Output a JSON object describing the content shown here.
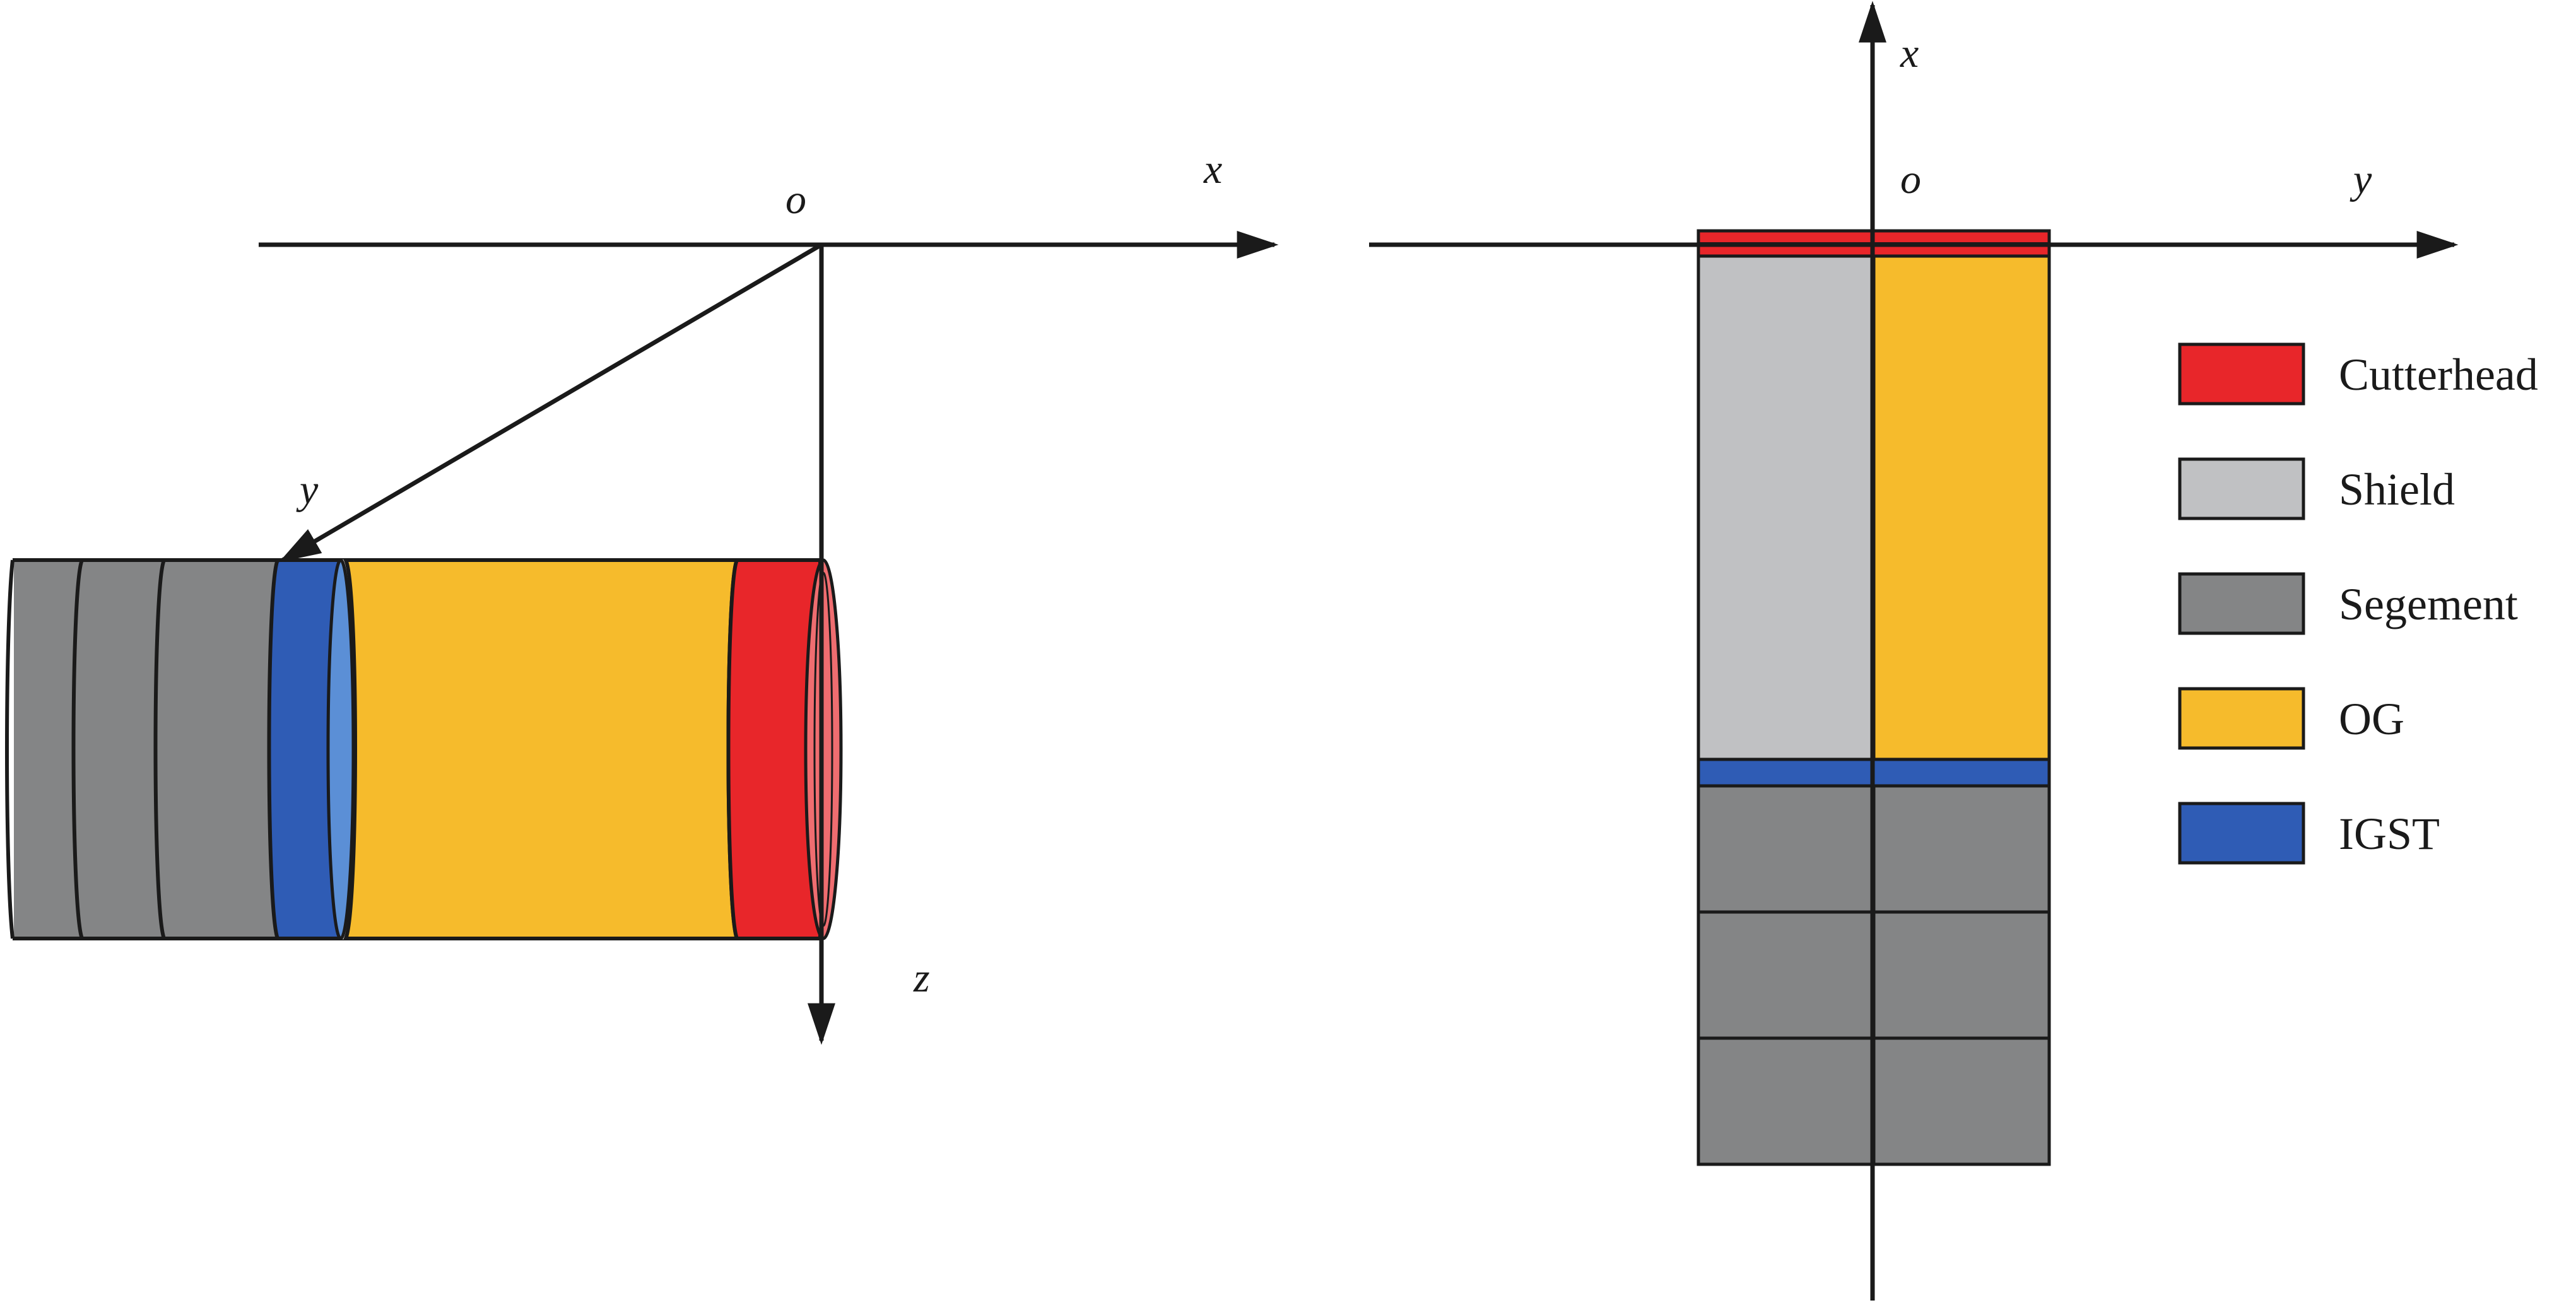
{
  "left_view": {
    "labels": {
      "origin": "o",
      "x": "x",
      "y": "y",
      "z": "z"
    }
  },
  "right_view": {
    "labels": {
      "origin": "o",
      "x": "x",
      "y": "y"
    }
  },
  "legend": {
    "items": [
      {
        "label": "Cutterhead",
        "color": "#e8262a"
      },
      {
        "label": "Shield",
        "color": "#c0c1c3"
      },
      {
        "label": "Segement",
        "color": "#848586"
      },
      {
        "label": "OG",
        "color": "#f6bb2c"
      },
      {
        "label": "IGST",
        "color": "#2f5cb5"
      }
    ]
  },
  "colors": {
    "cutterhead": "#e8262a",
    "cutterhead_face": "#ef6d70",
    "shield": "#c0c1c3",
    "segment": "#848586",
    "og": "#f6bb2c",
    "igst": "#2f5cb5",
    "igst_face": "#5b8fd6",
    "ink": "#1a1a1a"
  }
}
